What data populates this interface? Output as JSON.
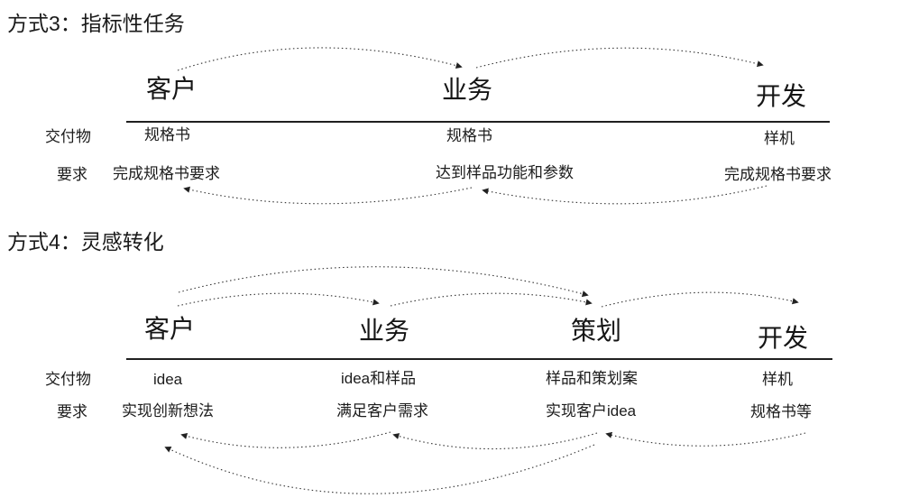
{
  "colors": {
    "background": "#ffffff",
    "text": "#111111",
    "arc": "#333333",
    "rule": "#000000"
  },
  "sections": [
    {
      "title": "方式3：指标性任务",
      "roles": [
        "客户",
        "业务",
        "开发"
      ],
      "row_labels": {
        "deliverable": "交付物",
        "requirement": "要求"
      },
      "deliverables": [
        "规格书",
        "规格书",
        "样机"
      ],
      "requirements": [
        "完成规格书要求",
        "达到样品功能和参数",
        "完成规格书要求"
      ],
      "arrows": {
        "forward": [
          "客户→业务",
          "业务→开发"
        ],
        "backward": [
          "开发→业务",
          "业务→客户"
        ]
      }
    },
    {
      "title": "方式4：灵感转化",
      "roles": [
        "客户",
        "业务",
        "策划",
        "开发"
      ],
      "row_labels": {
        "deliverable": "交付物",
        "requirement": "要求"
      },
      "deliverables": [
        "idea",
        "idea和样品",
        "样品和策划案",
        "样机"
      ],
      "requirements": [
        "实现创新想法",
        "满足客户需求",
        "实现客户idea",
        "规格书等"
      ],
      "arrows": {
        "forward": [
          "客户→业务",
          "客户→策划",
          "业务→策划",
          "策划→开发"
        ],
        "backward": [
          "业务→客户",
          "策划→业务",
          "开发→策划",
          "策划→客户"
        ]
      }
    }
  ]
}
